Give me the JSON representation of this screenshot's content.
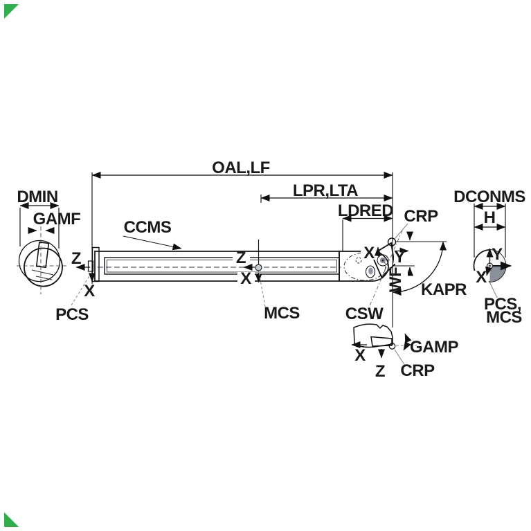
{
  "labels": {
    "oal": "OAL,LF",
    "lpr": "LPR,LTA",
    "ldred": "LDRED",
    "crp_top": "CRP",
    "ccms": "CCMS",
    "dmin": "DMIN",
    "gamf": "GAMF",
    "dconms": "DCONMS",
    "h": "H",
    "wf": "WF",
    "kapr": "KAPR",
    "mcs": "MCS",
    "pcs": "PCS",
    "csw": "CSW",
    "gamp": "GAMP",
    "crp_bottom": "CRP",
    "pcs_mcs_line1": "PCS,",
    "pcs_mcs_line2": "MCS"
  },
  "axes": {
    "x": "X",
    "y": "Y",
    "z": "Z"
  },
  "colors": {
    "insert_yellow": "#F3C50A",
    "bar_gray": "#767C86",
    "slot_gray": "#868C95",
    "head_gray": "#9DA3AC",
    "left_circle_gray": "#A6ABB2",
    "right_circle_gray": "#6F757E",
    "right_circle_light": "#F4F5F6",
    "right_circle_wedge": "#8A9099",
    "corner_marker_green": "#2FAE4B",
    "tip_circle_gray": "#B9BEC5"
  }
}
